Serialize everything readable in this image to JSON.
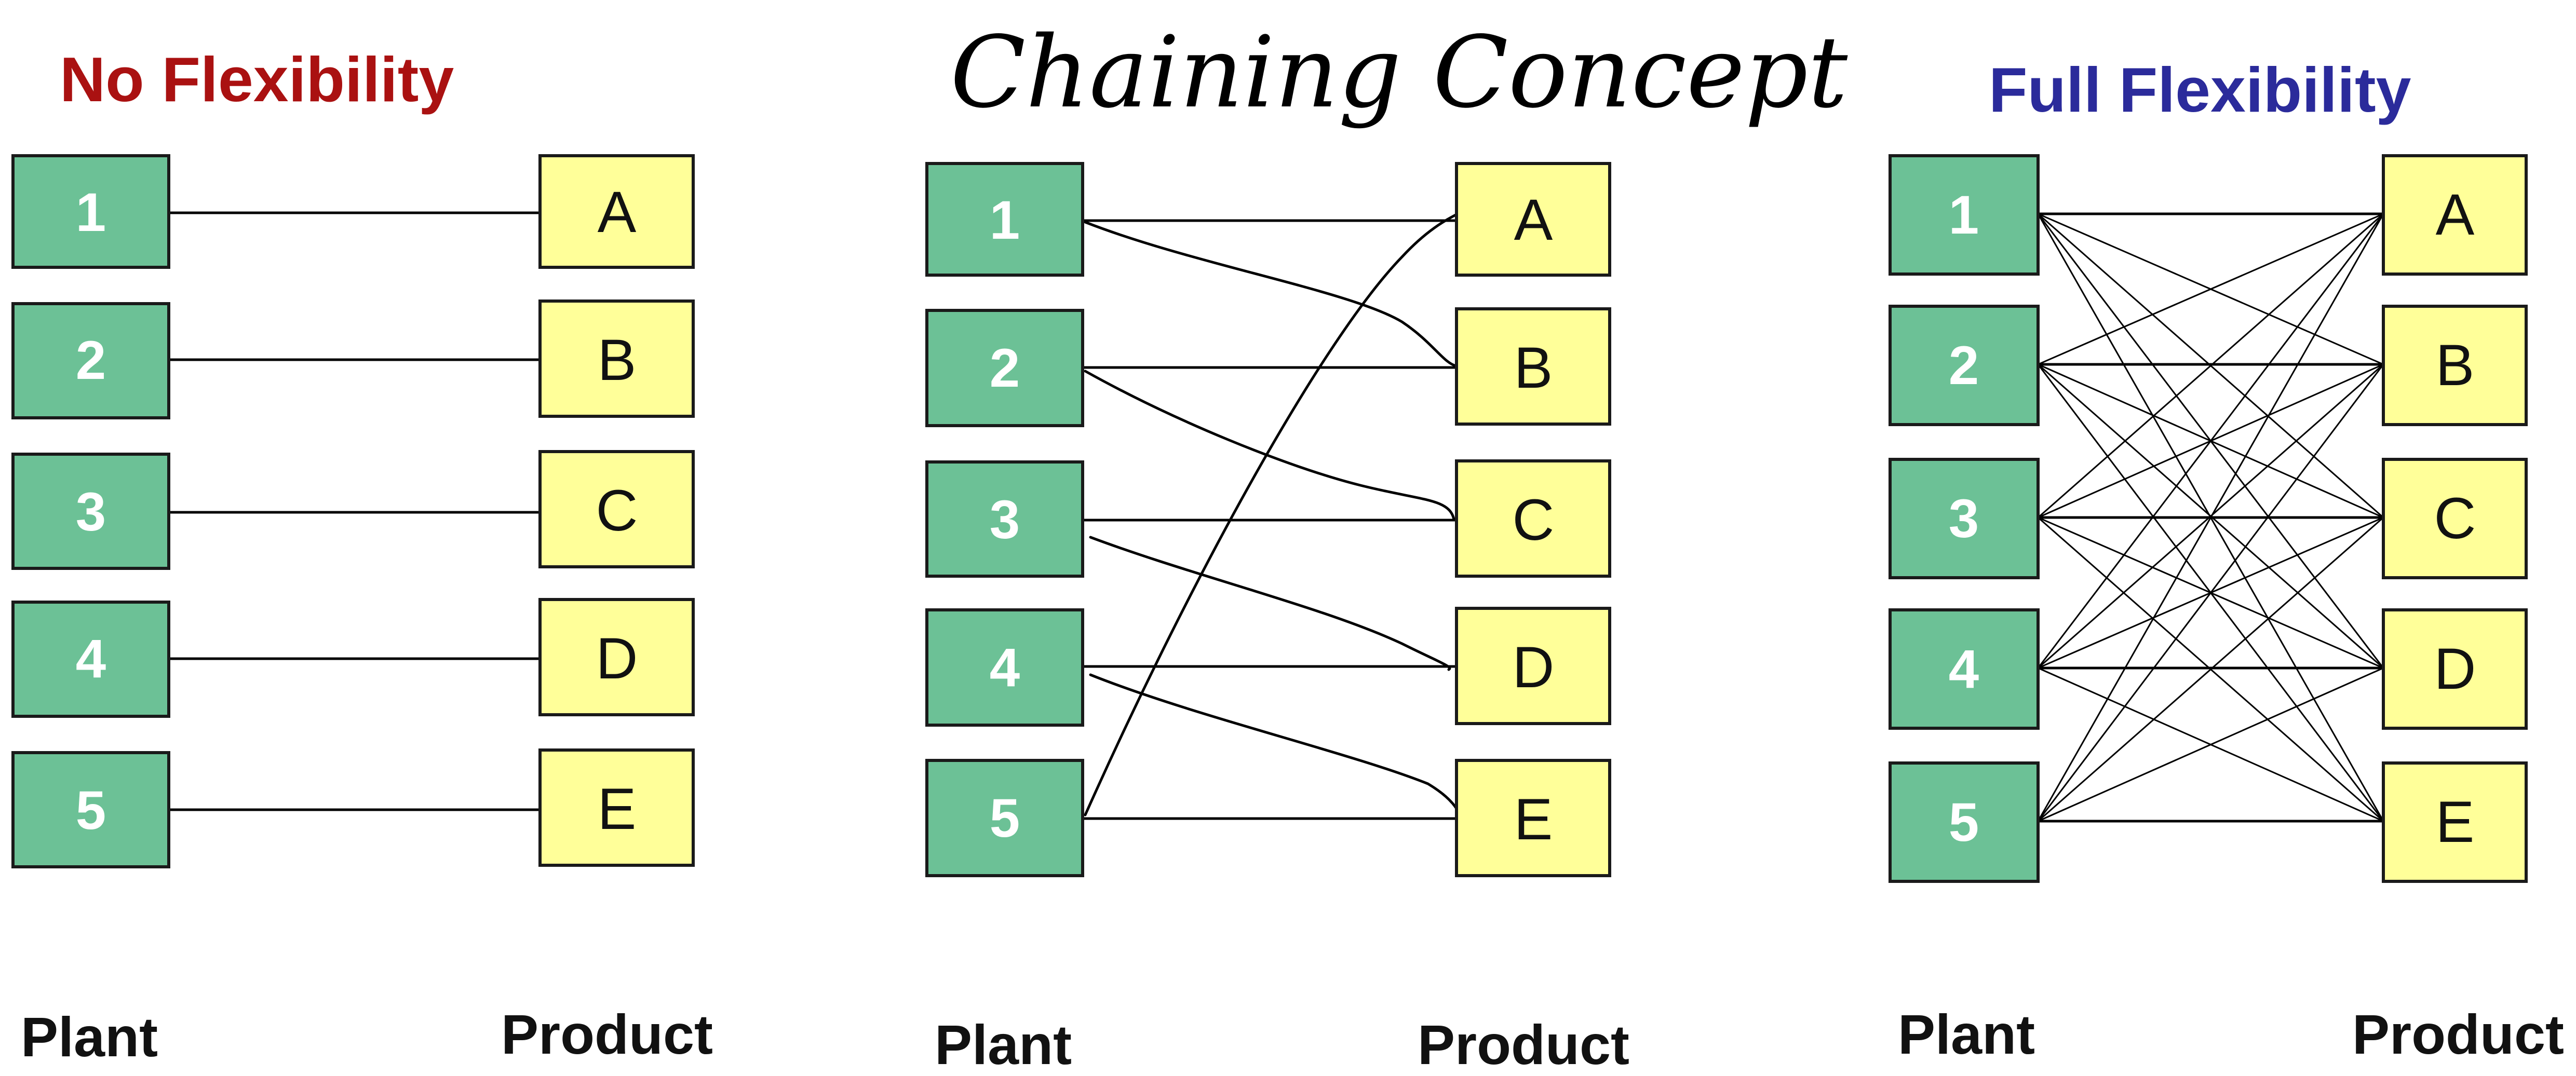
{
  "colors": {
    "plant": "#6cc196",
    "product": "#ffff99",
    "title_left": "#aa1111",
    "title_right": "#2b2b9b"
  },
  "panels": [
    {
      "title": "No Flexibility",
      "plant_label": "Plant",
      "product_label": "Product",
      "plants": [
        "1",
        "2",
        "3",
        "4",
        "5"
      ],
      "products": [
        "A",
        "B",
        "C",
        "D",
        "E"
      ]
    },
    {
      "title": "Chaining Concept",
      "plant_label": "Plant",
      "product_label": "Product",
      "plants": [
        "1",
        "2",
        "3",
        "4",
        "5"
      ],
      "products": [
        "A",
        "B",
        "C",
        "D",
        "E"
      ]
    },
    {
      "title": "Full Flexibility",
      "plant_label": "Plant",
      "product_label": "Product",
      "plants": [
        "1",
        "2",
        "3",
        "4",
        "5"
      ],
      "products": [
        "A",
        "B",
        "C",
        "D",
        "E"
      ]
    }
  ]
}
